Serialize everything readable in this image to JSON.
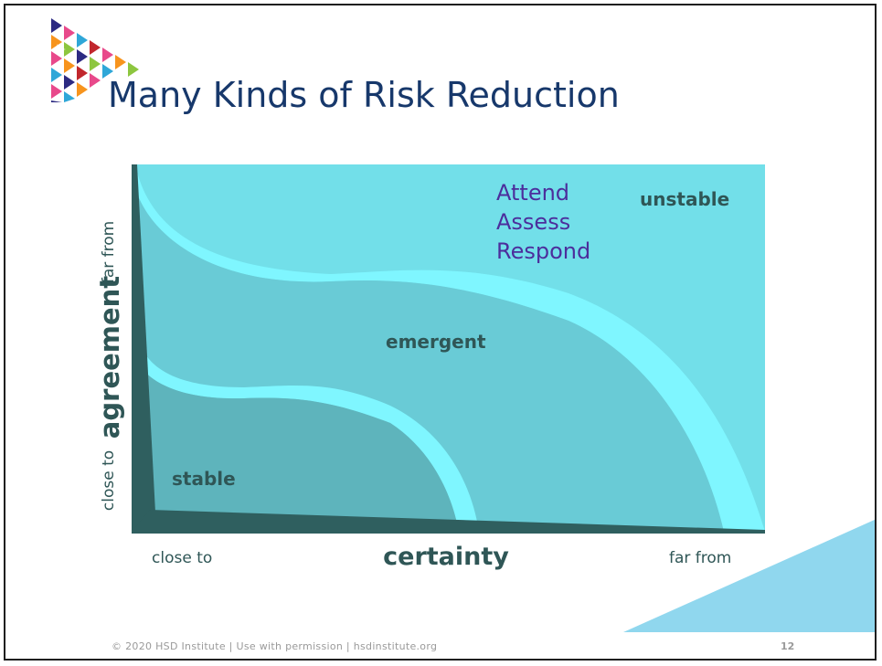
{
  "slide": {
    "title": "Many Kinds of Risk Reduction",
    "footer": "© 2020 HSD Institute | Use with permission | hsdinstitute.org",
    "page_number": "12"
  },
  "diagram": {
    "zones": {
      "stable": "stable",
      "emergent": "emergent",
      "unstable": "unstable"
    },
    "actions": [
      "Attend",
      "Assess",
      "Respond"
    ],
    "x_axis": {
      "label": "certainty",
      "near": "close to",
      "far": "far from"
    },
    "y_axis": {
      "label": "agreement",
      "near": "close to",
      "far": "far from"
    }
  },
  "colors": {
    "title": "#17386b",
    "unstable_fill": "#72dfe9",
    "emergent_fill": "#69cbd6",
    "stable_fill": "#5eb4bc",
    "boundary_band": "#7ff6ff",
    "axis_dark": "#2f5f5f",
    "zone_label": "#2f5656",
    "action_text": "#4c2e9c",
    "corner_triangle": "#90d7ee"
  }
}
